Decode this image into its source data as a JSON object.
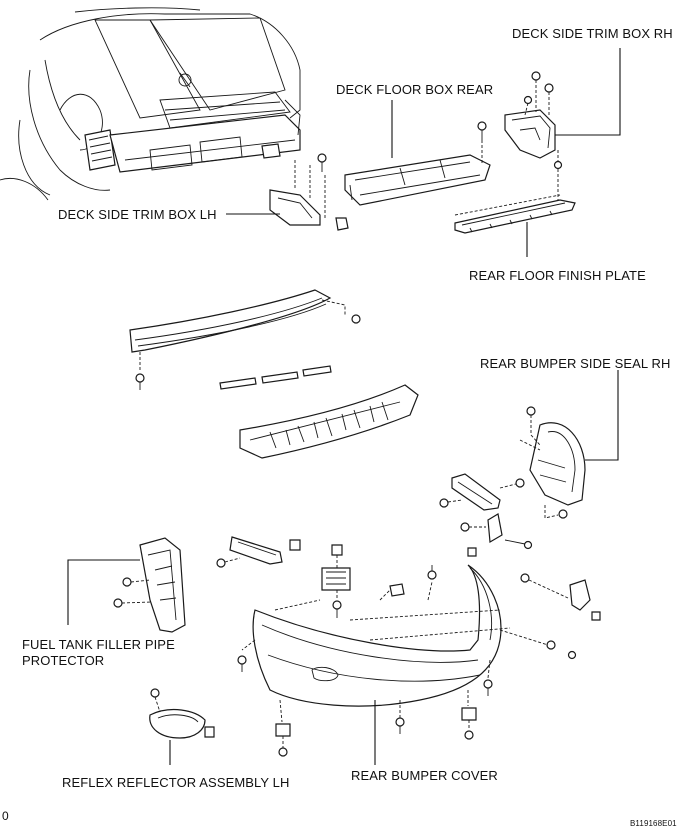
{
  "labels": {
    "deck_side_trim_box_rh": "DECK SIDE TRIM BOX RH",
    "deck_floor_box_rear": "DECK FLOOR BOX REAR",
    "deck_side_trim_box_lh": "DECK SIDE TRIM BOX LH",
    "rear_floor_finish_plate": "REAR FLOOR FINISH PLATE",
    "rear_bumper_side_seal_rh": "REAR BUMPER SIDE SEAL RH",
    "fuel_tank_filler_pipe_protector_line1": "FUEL TANK FILLER PIPE",
    "fuel_tank_filler_pipe_protector_line2": "PROTECTOR",
    "reflex_reflector_assembly_lh": "REFLEX REFLECTOR ASSEMBLY LH",
    "rear_bumper_cover": "REAR BUMPER COVER"
  },
  "footer": {
    "left_mark": "0",
    "figure_code": "B119168E01"
  }
}
